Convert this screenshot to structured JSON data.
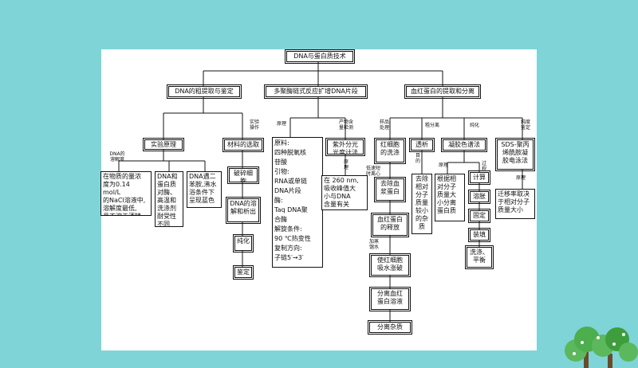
{
  "root": "DNA与蛋白质技术",
  "branches": {
    "dna_extract": "DNA的粗提取与鉴定",
    "pcr": "多聚酶链式反应扩增DNA片段",
    "hemoglobin": "血红蛋白的提取和分离"
  },
  "dna": {
    "principle": "实验原理",
    "solubility_label": "DNA的\n溶解度",
    "solubility_text": "在物质的量浓\n度为0.14 mol/L\n的NaCl溶液中,\n溶解度最低,\n且不溶于酒精",
    "enzyme_text": "DNA和\n蛋白质\n对酶、\n高温和\n洗涤剂\n耐受性\n不同",
    "diphenyl_text": "DNA遇二\n苯胺,沸水\n浴条件下\n呈现蓝色",
    "procedure_label": "实验\n操作",
    "materials": "材料的选取",
    "break_cells": "破碎细胞",
    "dissolve": "DNA的溶\n解和析出",
    "purify": "纯化",
    "identify": "鉴定"
  },
  "pcr": {
    "principle_label": "原理",
    "principle_text": "原料:\n四种脱氧核\n苷酸\n引物:\nRNA或单链\nDNA片段\n酶:\nTaq DNA聚\n合酶\n解旋条件:\n90 ℃热变性\n复制方向:\n子链5′→3′",
    "detect_label": "产物含\n量检测",
    "uv_method": "紫外分光\n光度计法",
    "detect_principle_label": "原\n理",
    "detect_text": "在 260 nm,\n吸收峰值大\n小与DNA\n含量有关"
  },
  "hb": {
    "pretreat_label": "样品\n处理",
    "wash_rbc": "红细胞\n的洗涤",
    "centrifuge_label": "低速短\n时离心",
    "remove_plasma": "去除血\n浆蛋白",
    "release": "血红蛋白\n的释放",
    "add_water_label": "加蒸\n馏水",
    "rupture": "使红细胞\n吸水涨破",
    "separate_solution": "分离血红\n蛋白溶液",
    "separate_impurities": "分离杂质",
    "crude_label": "粗分离",
    "dialysis": "透析",
    "purpose_label": "目\n的",
    "dialysis_text": "去除\n相对\n分子\n质量\n较小\n的杂\n质",
    "purify_label": "纯化",
    "gel": "凝胶色谱法",
    "gel_principle_label": "原理",
    "gel_process_label": "过\n程",
    "gel_principle_text": "根据相\n对分子\n质量大\n小分离\n蛋白质",
    "calc": "计算",
    "swell": "溶胀",
    "fix": "固定",
    "pack": "装填",
    "wash_balance": "洗涤、\n平衡",
    "purity_label": "纯度\n鉴定",
    "sds": "SDS-聚丙\n烯酰胺凝\n胶电泳法",
    "sds_principle_label": "原理",
    "sds_text": "迁移率取决\n于相对分子\n质量大小"
  }
}
